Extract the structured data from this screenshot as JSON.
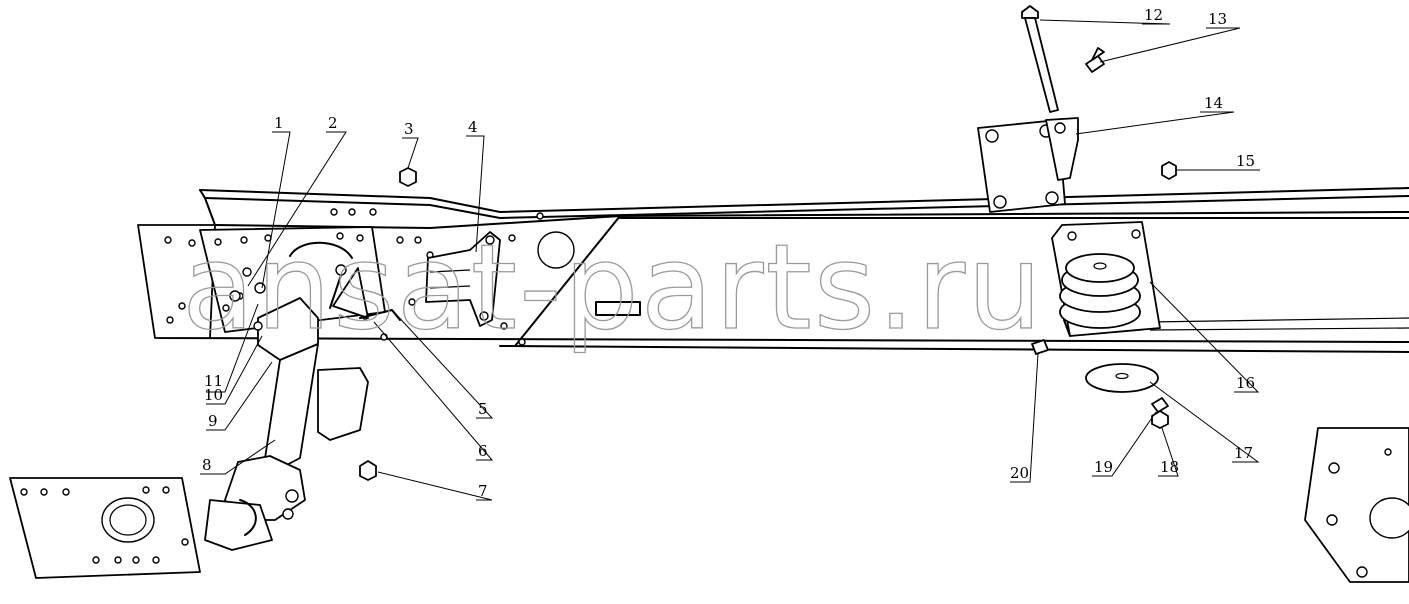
{
  "watermark": "ansat-parts.ru",
  "callouts": [
    {
      "id": "1",
      "label": "1"
    },
    {
      "id": "2",
      "label": "2"
    },
    {
      "id": "3",
      "label": "3"
    },
    {
      "id": "4",
      "label": "4"
    },
    {
      "id": "5",
      "label": "5"
    },
    {
      "id": "6",
      "label": "6"
    },
    {
      "id": "7",
      "label": "7"
    },
    {
      "id": "8",
      "label": "8"
    },
    {
      "id": "9",
      "label": "9"
    },
    {
      "id": "10",
      "label": "10"
    },
    {
      "id": "11",
      "label": "11"
    },
    {
      "id": "12",
      "label": "12"
    },
    {
      "id": "13",
      "label": "13"
    },
    {
      "id": "14",
      "label": "14"
    },
    {
      "id": "15",
      "label": "15"
    },
    {
      "id": "16",
      "label": "16"
    },
    {
      "id": "17",
      "label": "17"
    },
    {
      "id": "18",
      "label": "18"
    },
    {
      "id": "19",
      "label": "19"
    },
    {
      "id": "20",
      "label": "20"
    }
  ]
}
